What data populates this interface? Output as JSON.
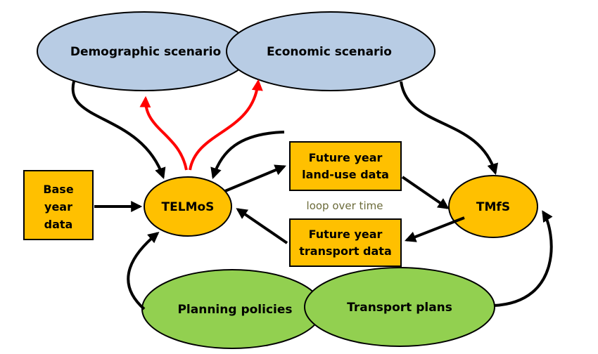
{
  "nodes": {
    "demographic": "Demographic scenario",
    "economic": "Economic scenario",
    "base_year": [
      "Base",
      "year",
      "data"
    ],
    "telmos": "TELMoS",
    "future_landuse": [
      "Future year",
      "land-use data"
    ],
    "future_transport": [
      "Future year",
      "transport data"
    ],
    "tmfs": "TMfS",
    "planning": "Planning policies",
    "transport_plans": "Transport plans"
  },
  "annotation": "loop over time",
  "colors": {
    "scenario_fill": "#b8cce4",
    "box_fill": "#ffc000",
    "policy_fill": "#92d050",
    "outline": "#000000",
    "feedback_arrow": "#ff0000",
    "flow_arrow": "#000000",
    "annotation_text": "#6b6b3a"
  }
}
